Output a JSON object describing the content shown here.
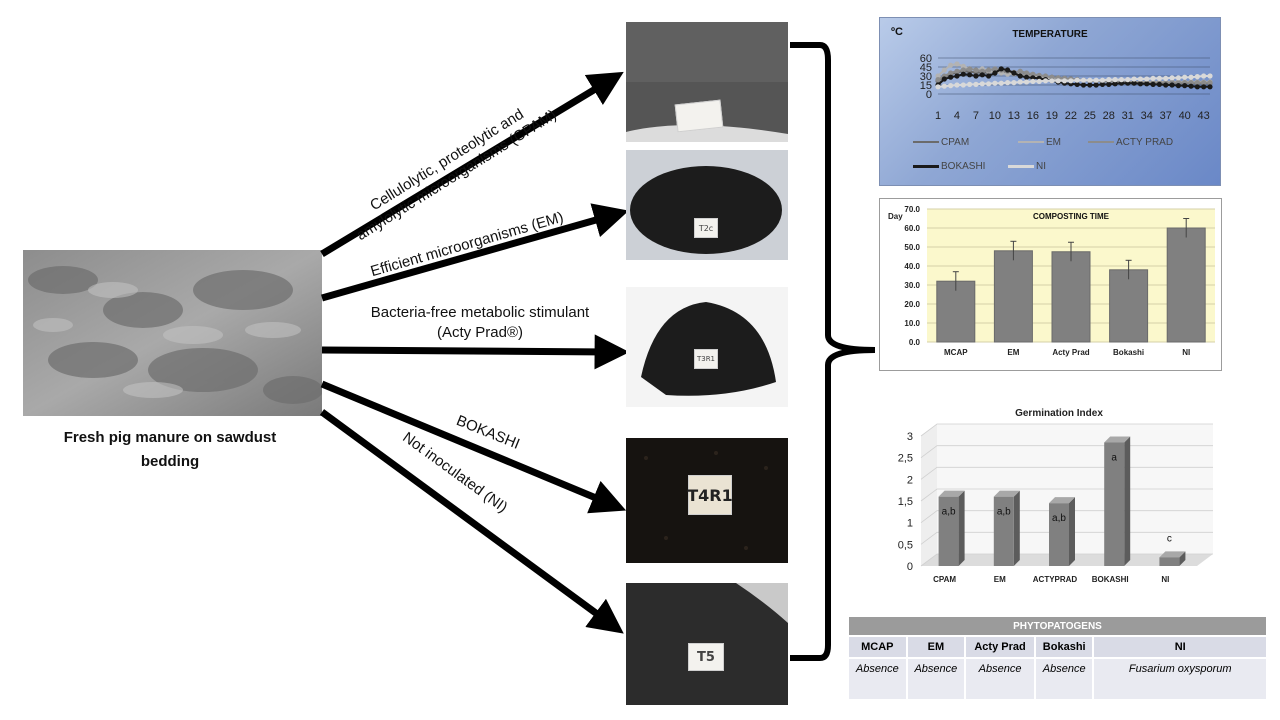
{
  "source": {
    "caption_line1": "Fresh pig manure on sawdust",
    "caption_line2": "bedding"
  },
  "treatments": [
    {
      "label_line1": "Cellulolytic, proteolytic and",
      "label_line2": "amylolytic microorganisms (CPAM)",
      "sample_tag": "",
      "sample_color": "#4d4d4d"
    },
    {
      "label_line1": "Efficient microorganisms (EM)",
      "sample_tag": "T2c",
      "sample_color": "#1e1e1e"
    },
    {
      "label_line1": "Bacteria-free metabolic stimulant",
      "label_line2": "(Acty Prad®)",
      "sample_tag": "T3R1",
      "sample_color": "#1c1c1c"
    },
    {
      "label_line1": "BOKASHI",
      "sample_tag": "T4R1",
      "sample_color": "#141210"
    },
    {
      "label_line1": "Not inoculated (NI)",
      "sample_tag": "T5",
      "sample_color": "#2b2b2b"
    }
  ],
  "temperature_chart": {
    "title": "TEMPERATURE",
    "unit_label": "ºC",
    "legend": [
      {
        "name": "CPAM",
        "color": "#6b6b6b"
      },
      {
        "name": "EM",
        "color": "#b3b3b3"
      },
      {
        "name": "ACTY PRAD",
        "color": "#8c8c8c"
      },
      {
        "name": "BOKASHI",
        "color": "#1a1a1a"
      },
      {
        "name": "NI",
        "color": "#d9d9d9"
      }
    ]
  },
  "germination_chart": {
    "title": "Germination Index"
  },
  "phytopathogens": {
    "title": "PHYTOPATOGENS",
    "columns": [
      "MCAP",
      "EM",
      "Acty Prad",
      "Bokashi",
      "NI"
    ],
    "values": [
      "Absence",
      "Absence",
      "Absence",
      "Absence",
      "Fusarium oxysporum"
    ]
  },
  "chart_data": [
    {
      "type": "line",
      "title": "TEMPERATURE",
      "ylabel": "ºC",
      "ylim": [
        0,
        60
      ],
      "yticks": [
        0,
        15,
        30,
        45,
        60
      ],
      "x_tick_labels": [
        "1",
        "4",
        "7",
        "10",
        "13",
        "16",
        "19",
        "22",
        "25",
        "28",
        "31",
        "34",
        "37",
        "40",
        "43"
      ],
      "x": [
        1,
        2,
        3,
        4,
        5,
        6,
        7,
        8,
        9,
        10,
        11,
        12,
        13,
        14,
        15,
        16,
        17,
        18,
        19,
        20,
        21,
        22,
        23,
        24,
        25,
        26,
        27,
        28,
        29,
        30,
        31,
        32,
        33,
        34,
        35,
        36,
        37,
        38,
        39,
        40,
        41,
        42,
        43,
        44
      ],
      "series": [
        {
          "name": "CPAM",
          "values": [
            22,
            28,
            33,
            36,
            38,
            37,
            36,
            35,
            36,
            38,
            37,
            36,
            34,
            33,
            32,
            31,
            30,
            29,
            28,
            27,
            26,
            25,
            24,
            23,
            22,
            22,
            21,
            21,
            20,
            20,
            20,
            19,
            19,
            19,
            19,
            18,
            18,
            18,
            18,
            18,
            18,
            18,
            18,
            18
          ]
        },
        {
          "name": "EM",
          "values": [
            30,
            40,
            48,
            50,
            46,
            42,
            40,
            42,
            38,
            36,
            35,
            33,
            34,
            32,
            30,
            29,
            28,
            27,
            26,
            25,
            24,
            24,
            23,
            23,
            22,
            22,
            21,
            21,
            21,
            20,
            20,
            20,
            20,
            20,
            20,
            20,
            20,
            20,
            20,
            20,
            20,
            20,
            20,
            20
          ]
        },
        {
          "name": "ACTY PRAD",
          "values": [
            24,
            30,
            35,
            38,
            40,
            42,
            40,
            38,
            40,
            42,
            40,
            38,
            36,
            38,
            35,
            33,
            31,
            30,
            28,
            27,
            26,
            25,
            24,
            23,
            22,
            22,
            21,
            21,
            20,
            20,
            20,
            19,
            19,
            19,
            19,
            19,
            19,
            19,
            19,
            19,
            19,
            19,
            19,
            19
          ]
        },
        {
          "name": "BOKASHI",
          "values": [
            15,
            25,
            28,
            30,
            33,
            32,
            30,
            32,
            30,
            35,
            42,
            40,
            35,
            30,
            28,
            27,
            26,
            24,
            22,
            20,
            18,
            17,
            16,
            15,
            15,
            15,
            16,
            16,
            17,
            18,
            18,
            18,
            17,
            17,
            16,
            16,
            15,
            15,
            14,
            14,
            13,
            12,
            12,
            12
          ]
        },
        {
          "name": "NI",
          "values": [
            12,
            13,
            14,
            15,
            15,
            16,
            16,
            17,
            17,
            18,
            18,
            19,
            19,
            20,
            20,
            21,
            21,
            22,
            22,
            22,
            22,
            22,
            23,
            23,
            23,
            23,
            23,
            24,
            24,
            24,
            24,
            25,
            25,
            25,
            26,
            26,
            26,
            27,
            27,
            28,
            28,
            29,
            30,
            30
          ]
        }
      ],
      "legend_position": "bottom",
      "background": "gradient-blue"
    },
    {
      "type": "bar",
      "title": "COMPOSTING TIME",
      "ylabel": "Day",
      "categories": [
        "MCAP",
        "EM",
        "Acty Prad",
        "Bokashi",
        "NI"
      ],
      "values": [
        32,
        48,
        47.5,
        38,
        60
      ],
      "errors": [
        5,
        5,
        5,
        5,
        5
      ],
      "ylim": [
        0,
        70
      ],
      "yticks": [
        "0.0",
        "10.0",
        "20.0",
        "30.0",
        "40.0",
        "50.0",
        "60.0",
        "70.0"
      ],
      "grid": true
    },
    {
      "type": "bar",
      "title": "Germination Index",
      "categories": [
        "CPAM",
        "EM",
        "ACTYPRAD",
        "BOKASHI",
        "NI"
      ],
      "values": [
        1.6,
        1.6,
        1.45,
        2.85,
        0.2
      ],
      "bar_labels": [
        "a,b",
        "a,b",
        "a,b",
        "a",
        "c"
      ],
      "ylim": [
        0,
        3
      ],
      "yticks": [
        "0",
        "0,5",
        "1",
        "1,5",
        "2",
        "2,5",
        "3"
      ],
      "style": "3d"
    }
  ]
}
